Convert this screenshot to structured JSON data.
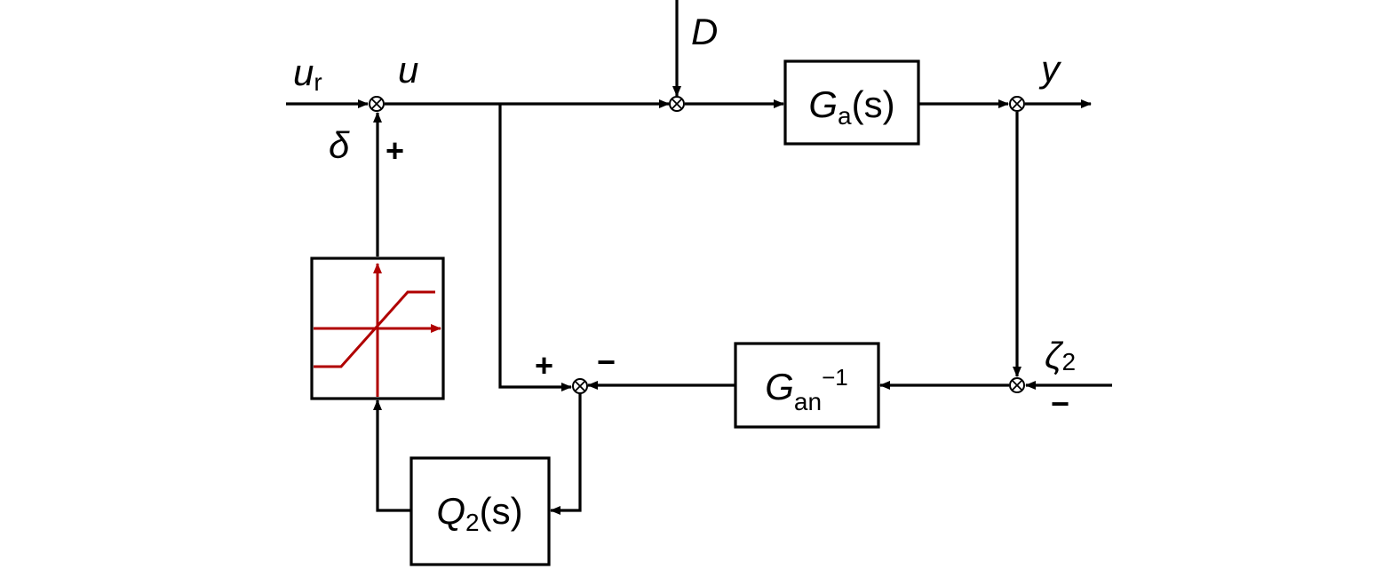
{
  "signals": {
    "u_r": {
      "main": "u",
      "sub": "r"
    },
    "u": "u",
    "D": "D",
    "y": "y",
    "delta": "δ",
    "zeta2": {
      "main": "ζ",
      "sub": "2"
    }
  },
  "blocks": {
    "plant": {
      "main": "G",
      "sub": "a",
      "tail": "(s)"
    },
    "inverse_model": {
      "main": "G",
      "sub": "an",
      "sup": "−1"
    },
    "filter": {
      "main": "Q",
      "sub": "2",
      "tail": "(s)"
    },
    "saturation": {
      "icon": "saturation-icon"
    }
  },
  "signs": {
    "delta_sum_plus": "+",
    "error_sum_plus": "+",
    "error_sum_minus": "−",
    "noise_sum_minus": "−"
  },
  "colors": {
    "lines": "#000000",
    "saturation_curve": "#b00000"
  }
}
